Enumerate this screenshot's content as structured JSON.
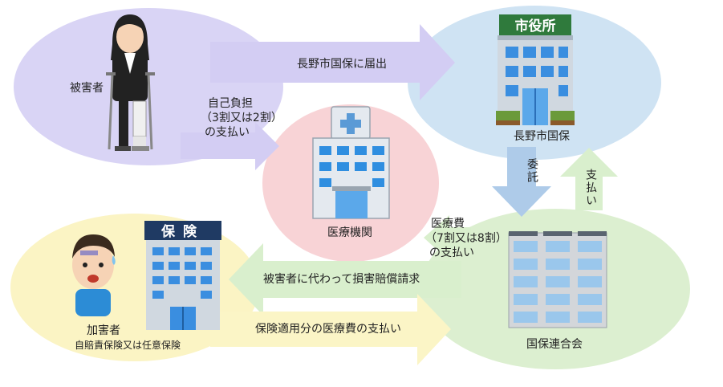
{
  "nodes": {
    "victim": {
      "label": "被害者"
    },
    "city": {
      "sign": "市役所",
      "label": "長野市国保"
    },
    "hospital": {
      "label": "医療機関"
    },
    "insurer": {
      "sign": "保険",
      "sign_sub": "険",
      "label": "加害者",
      "sublabel": "自賠責保険又は任意保険"
    },
    "federation": {
      "label": "国保連合会"
    }
  },
  "arrows": {
    "report": {
      "label": "長野市国保に届出"
    },
    "copay": {
      "line1": "自己負担",
      "line2": "（3割又は2割）",
      "line3": "の支払い"
    },
    "entrust": {
      "label": "委託"
    },
    "pay": {
      "label": "支払い"
    },
    "medical": {
      "line1": "医療費",
      "line2": "（7割又は8割）",
      "line3": "の支払い"
    },
    "claim": {
      "label": "被害者に代わって損害賠償請求"
    },
    "insured": {
      "label": "保険適用分の医療費の支払い"
    }
  },
  "colors": {
    "victim_bg": "#d9d4f5",
    "city_bg": "#cfe3f3",
    "hospital_bg": "#f8d3d6",
    "insurer_bg": "#fbf4c4",
    "federation_bg": "#dcefd0",
    "arrow_purple": "#d3cdf3",
    "arrow_blue": "#aecbe9",
    "arrow_green": "#d9efcd",
    "arrow_yellow": "#fbf5c6"
  }
}
